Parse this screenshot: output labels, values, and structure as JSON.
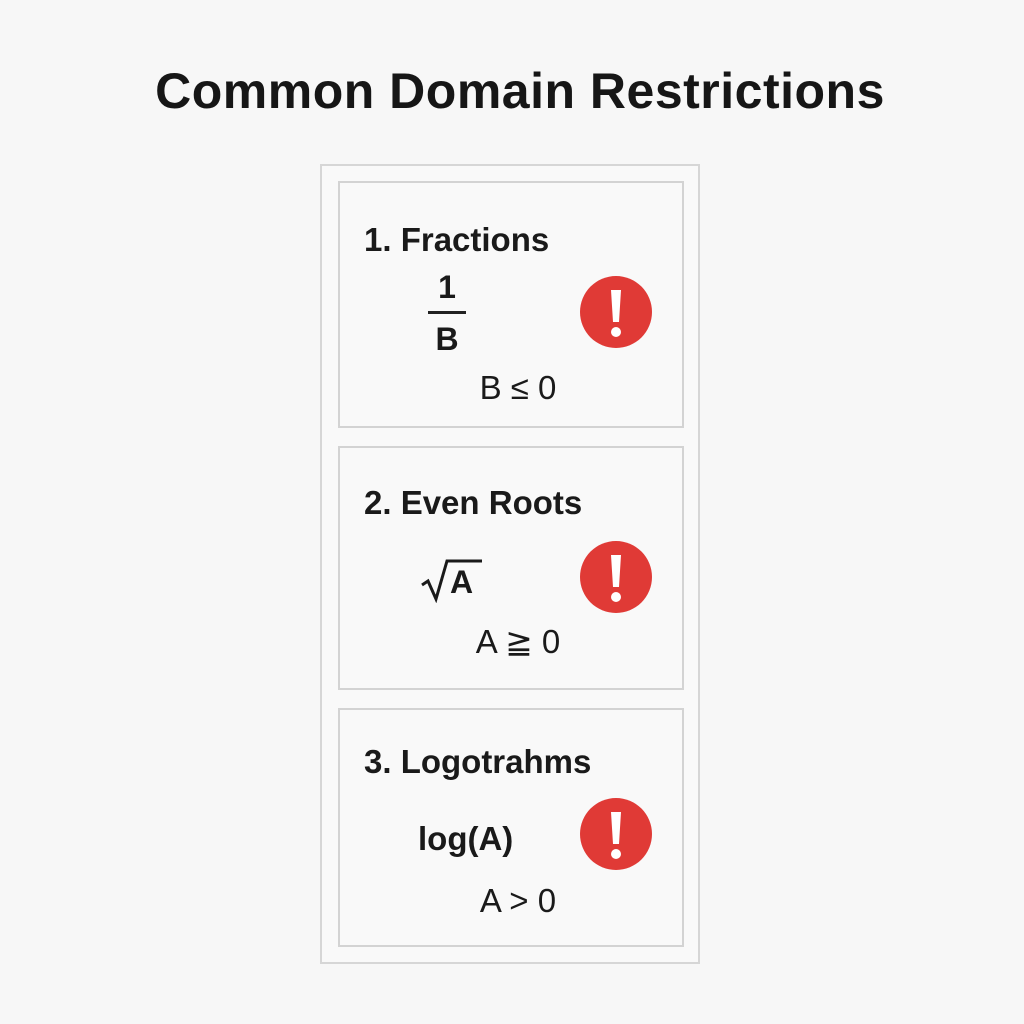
{
  "title": "Common Domain Restrictions",
  "cards": [
    {
      "heading": "1. Fractions",
      "expression": {
        "numerator": "1",
        "denominator": "B"
      },
      "condition": "B ≤ 0",
      "icon": "exclamation-icon"
    },
    {
      "heading": "2. Even Roots",
      "expression": {
        "radicand": "A"
      },
      "condition": "A ≧ 0",
      "icon": "exclamation-icon"
    },
    {
      "heading": "3. Logotrahms",
      "expression": {
        "text": "log(A)"
      },
      "condition": "A > 0",
      "icon": "exclamation-icon"
    }
  ],
  "colors": {
    "alert": "#e03a36",
    "border": "#d3d3d3",
    "background": "#f7f7f7"
  }
}
